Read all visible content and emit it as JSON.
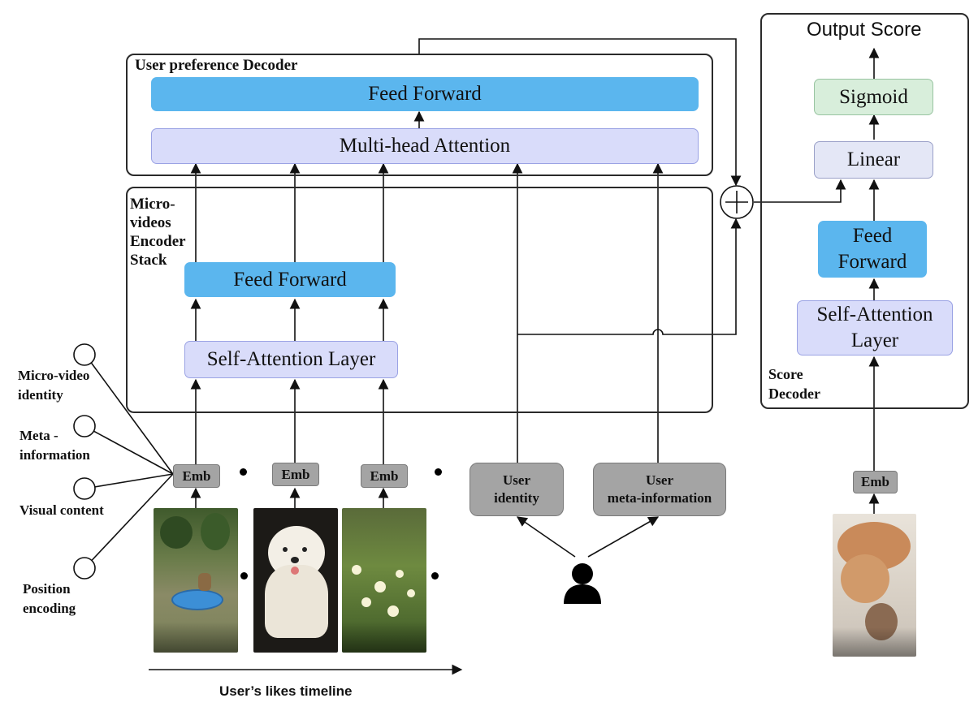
{
  "user_decoder": {
    "title": "User preference Decoder",
    "feed_forward": "Feed Forward",
    "attention": "Multi-head Attention"
  },
  "encoder": {
    "title": "Micro-\nvideos\nEncoder\nStack",
    "feed_forward": "Feed Forward",
    "attention": "Self-Attention Layer"
  },
  "score_decoder": {
    "output": "Output Score",
    "sigmoid": "Sigmoid",
    "linear": "Linear",
    "feed_forward": "Feed\nForward",
    "attention": "Self-Attention\nLayer",
    "title": "Score\nDecoder"
  },
  "inputs": {
    "identity": "Micro-video\nidentity",
    "meta": "Meta -\ninformation",
    "visual": "Visual content",
    "position": "Position\nencoding"
  },
  "emb": "Emb",
  "user_identity": "User\nidentity",
  "user_meta": "User\nmeta-information",
  "timeline": "User’s likes timeline",
  "icons": [
    "plus-icon",
    "person-icon"
  ]
}
